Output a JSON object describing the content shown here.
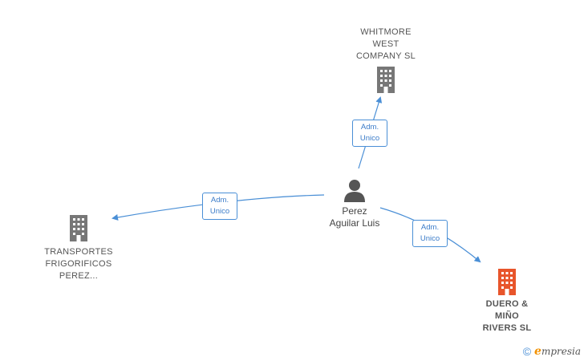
{
  "colors": {
    "edge": "#4a8fd6",
    "company_gray": "#777777",
    "company_highlight": "#e8552b",
    "person": "#555555"
  },
  "nodes": {
    "whitmore": {
      "label": "WHITMORE\nWEST\nCOMPANY  SL",
      "icon": "building-icon"
    },
    "transportes": {
      "label": "TRANSPORTES\nFRIGORIFICOS\nPEREZ...",
      "icon": "building-icon"
    },
    "duero": {
      "label": "DUERO &\nMIÑO\nRIVERS  SL",
      "icon": "building-icon"
    },
    "person": {
      "label": "Perez\nAguilar Luis",
      "icon": "person-icon"
    }
  },
  "edges": [
    {
      "from": "person",
      "to": "whitmore",
      "label": "Adm.\nUnico"
    },
    {
      "from": "person",
      "to": "transportes",
      "label": "Adm.\nUnico"
    },
    {
      "from": "person",
      "to": "duero",
      "label": "Adm.\nUnico"
    }
  ],
  "brand": {
    "copyright": "©",
    "initial": "e",
    "name": "mpresia"
  }
}
